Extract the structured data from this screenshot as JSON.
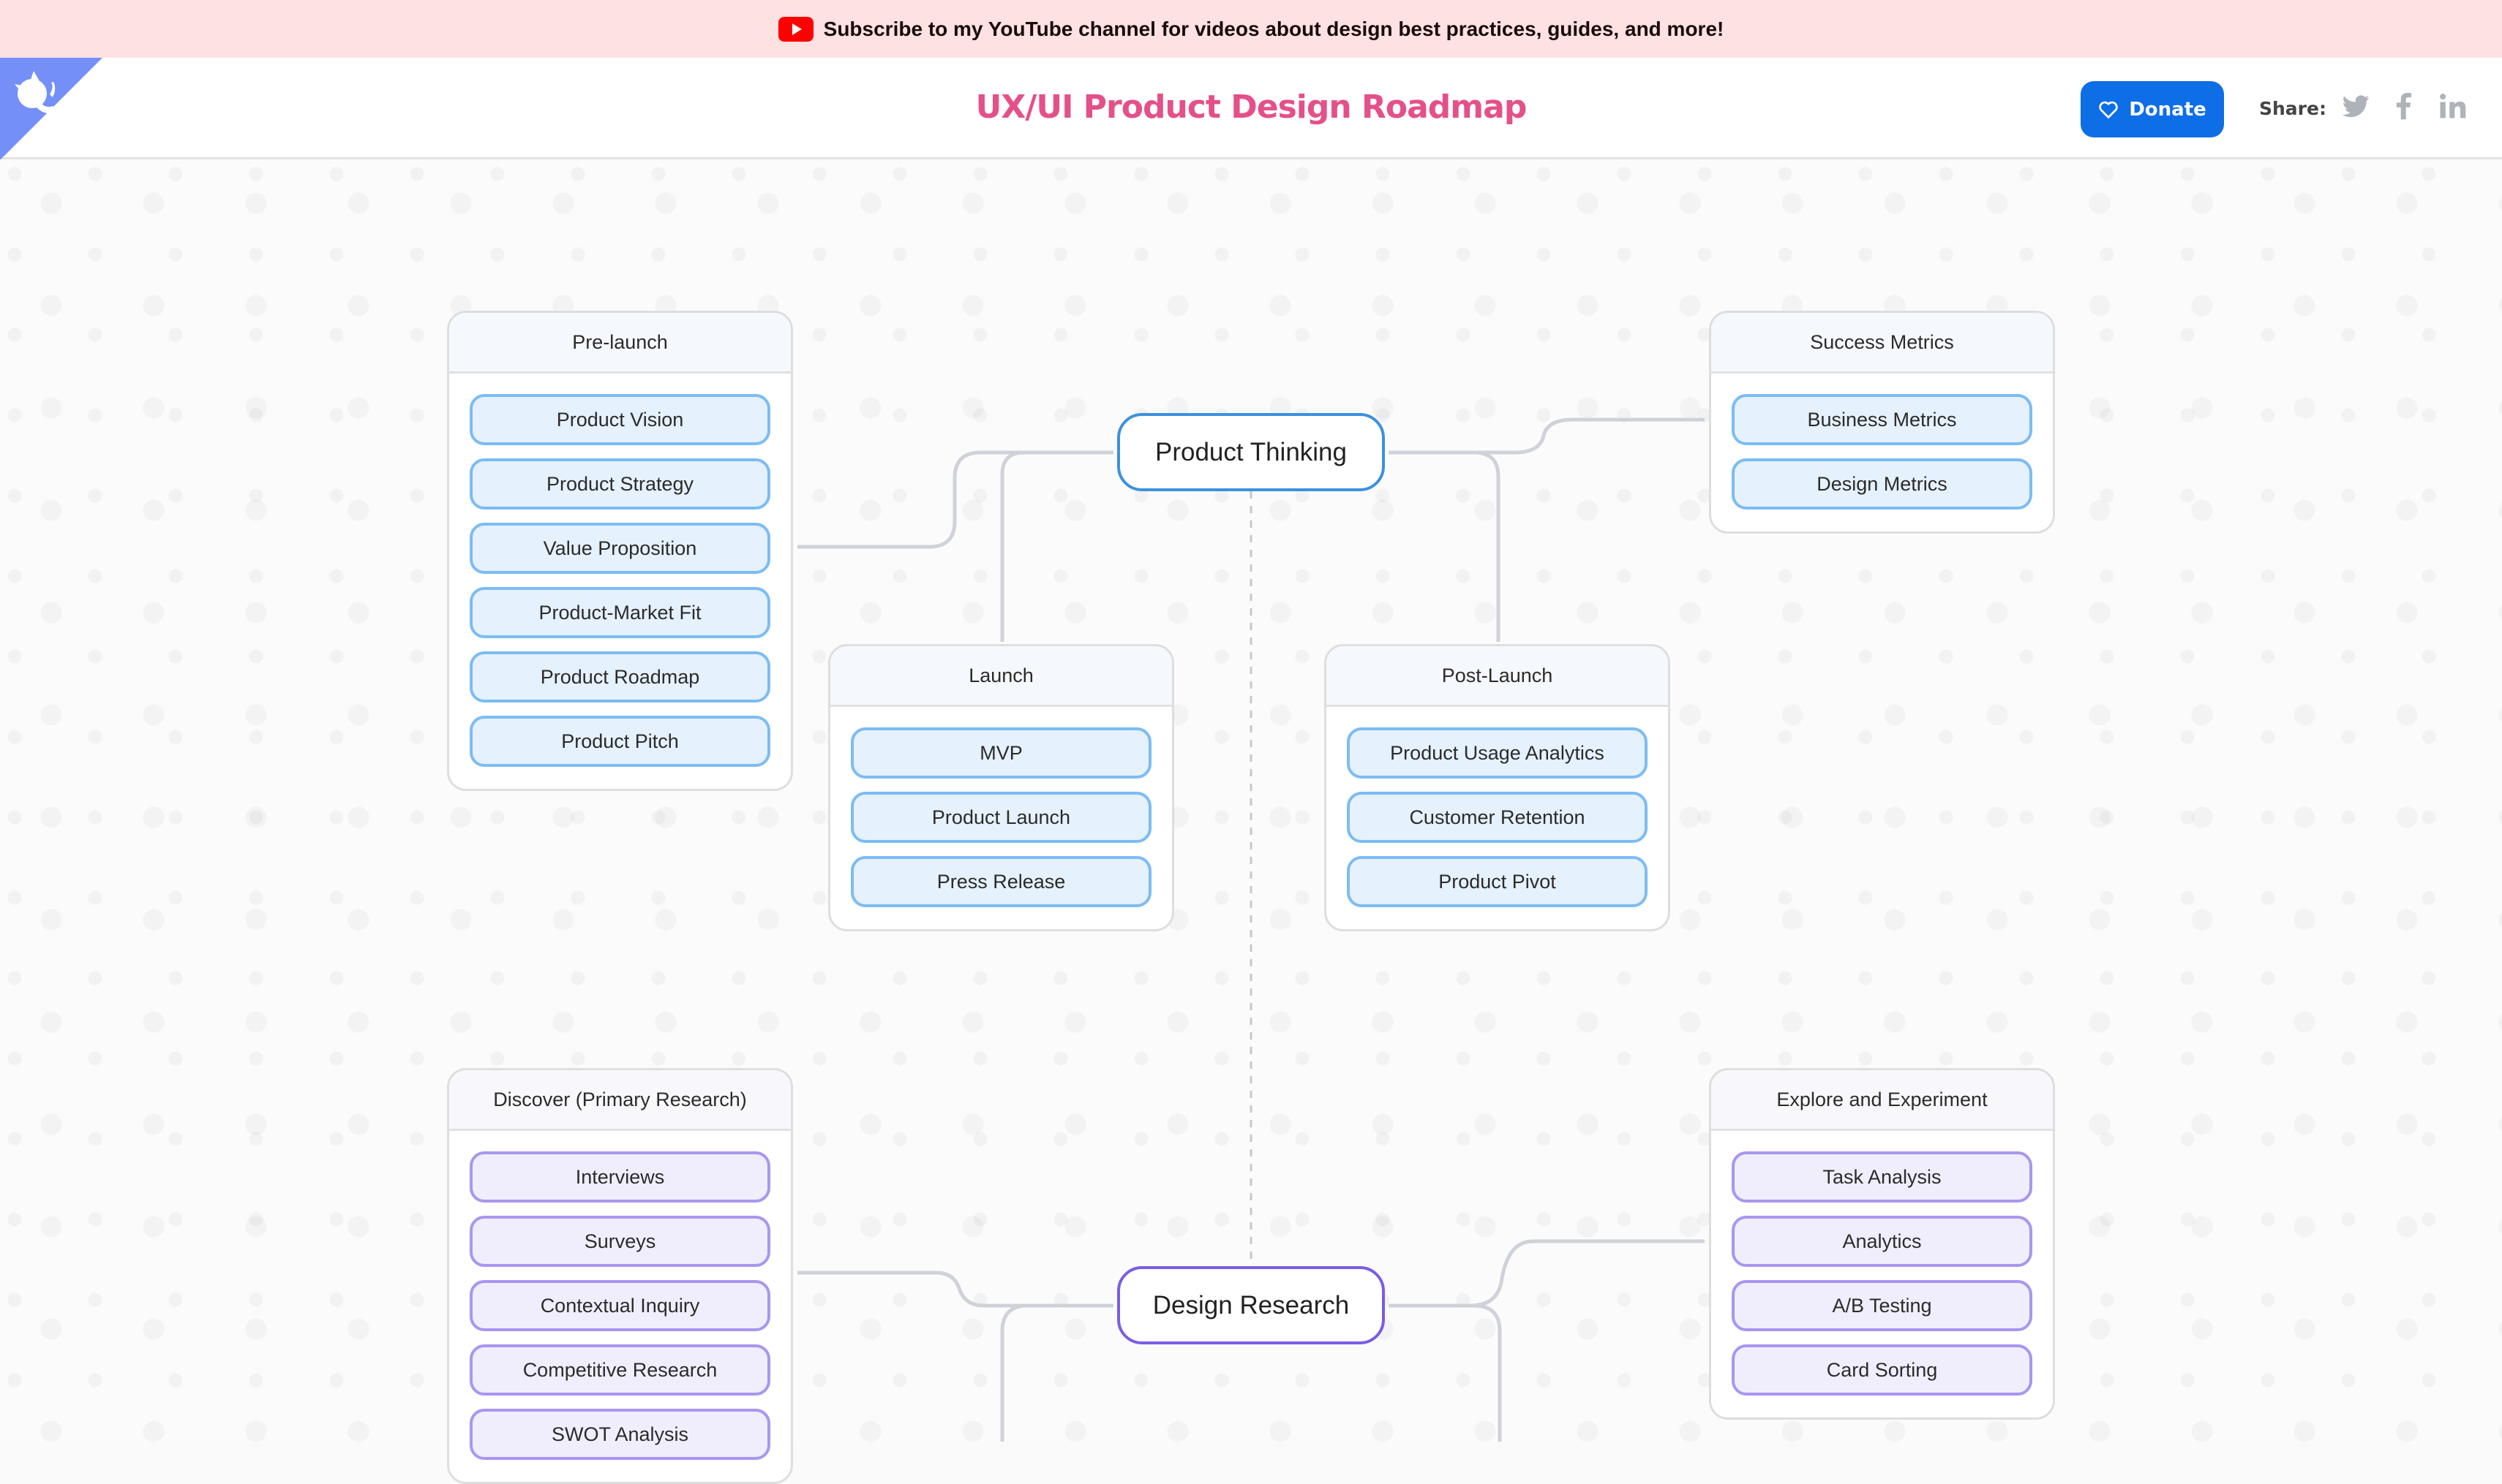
{
  "banner": {
    "icon": "youtube-icon",
    "text": "Subscribe to my YouTube channel for videos about design best practices, guides, and more!"
  },
  "header": {
    "corner_icon": "github-octocat-icon",
    "title": "UX/UI Product Design Roadmap",
    "donate_label": "Donate",
    "share_label": "Share:",
    "share_icons": [
      "twitter-icon",
      "facebook-icon",
      "linkedin-icon"
    ]
  },
  "colors": {
    "title": "#e4508a",
    "donate": "#0d6ee6",
    "blue_node_border": "#3c91df",
    "purple_node_border": "#7a5ce6"
  },
  "roadmap": {
    "product_thinking": {
      "label": "Product Thinking",
      "groups": {
        "pre_launch": {
          "title": "Pre-launch",
          "items": [
            "Product Vision",
            "Product Strategy",
            "Value Proposition",
            "Product-Market Fit",
            "Product Roadmap",
            "Product Pitch"
          ]
        },
        "success_metrics": {
          "title": "Success Metrics",
          "items": [
            "Business Metrics",
            "Design Metrics"
          ]
        },
        "launch": {
          "title": "Launch",
          "items": [
            "MVP",
            "Product Launch",
            "Press Release"
          ]
        },
        "post_launch": {
          "title": "Post-Launch",
          "items": [
            "Product Usage Analytics",
            "Customer Retention",
            "Product Pivot"
          ]
        }
      }
    },
    "design_research": {
      "label": "Design Research",
      "groups": {
        "discover": {
          "title": "Discover (Primary Research)",
          "items": [
            "Interviews",
            "Surveys",
            "Contextual Inquiry",
            "Competitive Research",
            "SWOT Analysis"
          ]
        },
        "explore": {
          "title": "Explore and Experiment",
          "items": [
            "Task Analysis",
            "Analytics",
            "A/B Testing",
            "Card Sorting"
          ]
        }
      }
    }
  }
}
